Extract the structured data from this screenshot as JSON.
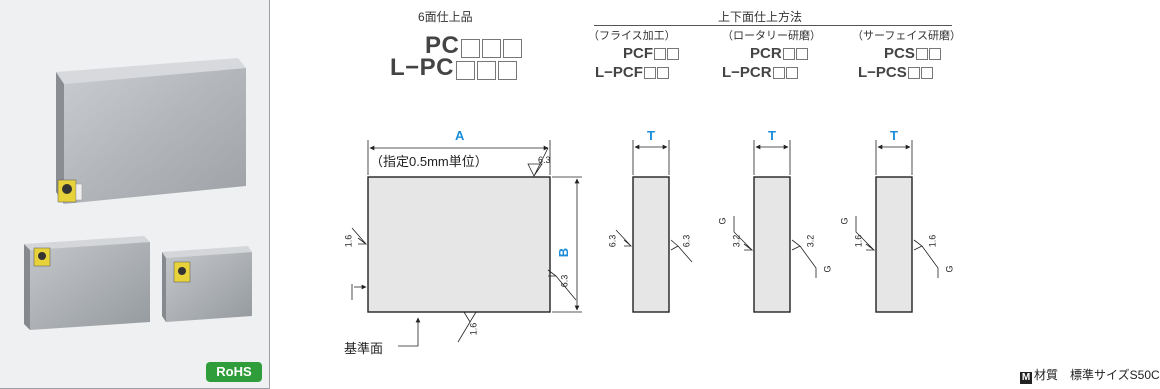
{
  "colors": {
    "dimension_accent": "#1a8cd8",
    "rohs_badge": "#2f9e3a",
    "plate_fill": "#e6e6e6"
  },
  "header": {
    "six_face_label": "6面仕上品",
    "pc_code": "PC",
    "lpc_code": "L−PC",
    "top_bottom_label": "上下面仕上方法",
    "methods": [
      {
        "name": "（フライス加工）",
        "code": "PCF",
        "lcode": "L−PCF"
      },
      {
        "name": "（ロータリー研磨）",
        "code": "PCR",
        "lcode": "L−PCR"
      },
      {
        "name": "（サーフェイス研磨）",
        "code": "PCS",
        "lcode": "L−PCS"
      }
    ]
  },
  "drawing": {
    "dim_a": "A",
    "dim_b": "B",
    "dim_t": "T",
    "a_note": "（指定0.5mm単位）",
    "reference_face": "基準面",
    "roughness": {
      "r63": "6.3",
      "r16": "1.6",
      "r32": "3.2",
      "g": "G"
    }
  },
  "badges": {
    "rohs": "RoHS"
  },
  "material": {
    "icon": "M",
    "text": "材質　標準サイズS50C"
  }
}
